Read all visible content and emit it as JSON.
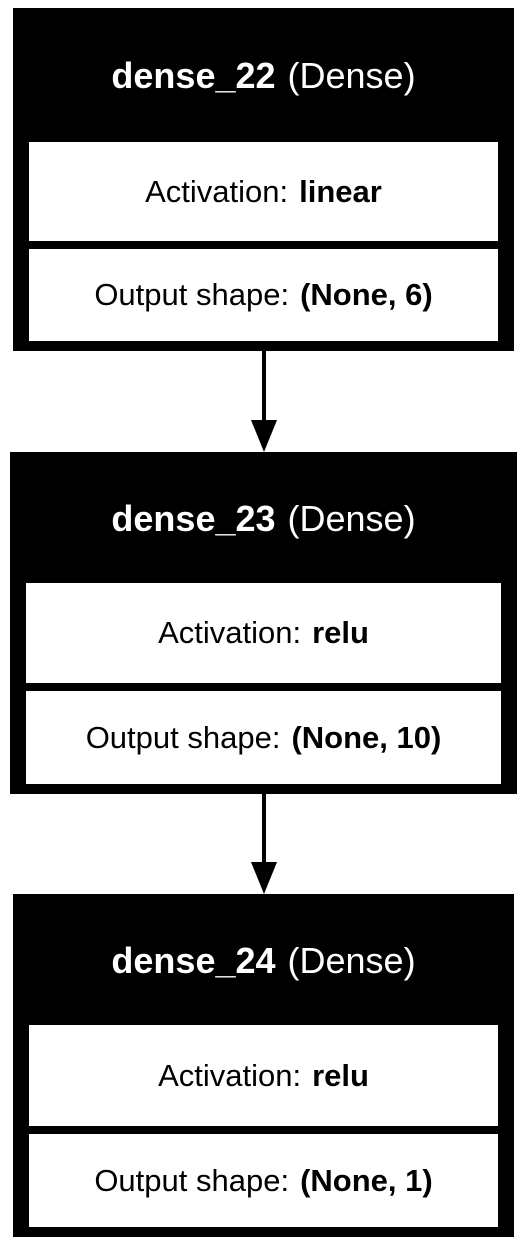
{
  "layers": [
    {
      "name": "dense_22",
      "type": "(Dense)",
      "activation_label": "Activation:",
      "activation": "linear",
      "output_label": "Output shape:",
      "output_shape": "(None, 6)"
    },
    {
      "name": "dense_23",
      "type": "(Dense)",
      "activation_label": "Activation:",
      "activation": "relu",
      "output_label": "Output shape:",
      "output_shape": "(None, 10)"
    },
    {
      "name": "dense_24",
      "type": "(Dense)",
      "activation_label": "Activation:",
      "activation": "relu",
      "output_label": "Output shape:",
      "output_shape": "(None, 1)"
    }
  ],
  "edges": [
    {
      "from": "dense_22",
      "to": "dense_23"
    },
    {
      "from": "dense_23",
      "to": "dense_24"
    }
  ],
  "colors": {
    "header_background": "#000000",
    "header_text": "#ffffff",
    "row_background": "#ffffff",
    "stroke": "#000000"
  }
}
